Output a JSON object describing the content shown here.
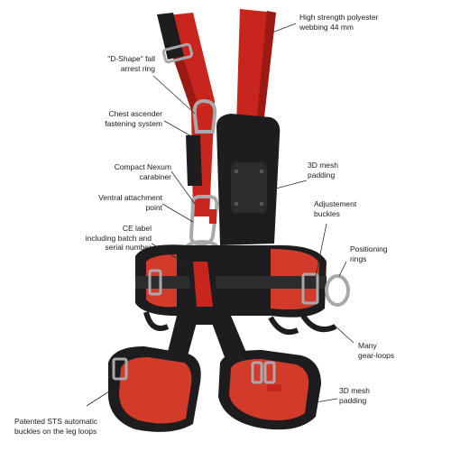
{
  "diagram": {
    "colors": {
      "webbing_red": "#c8261d",
      "webbing_dark": "#9c1a14",
      "padding_black": "#1d1d1f",
      "padding_red": "#d23a2a",
      "metal": "#a9a9ad",
      "leader_line": "#2a2a2a"
    },
    "labels": {
      "webbing": "High strength polyester\nwebbing 44 mm",
      "d_ring": "\"D-Shape\" fall\narrest ring",
      "chest_ascender": "Chest ascender\nfastening system",
      "carabiner": "Compact Nexum\ncarabiner",
      "ventral": "Ventral attachment\npoint",
      "ce_label": "CE label\nincluding batch and\nserial number",
      "mesh_padding_top": "3D mesh\npadding",
      "adjustment_buckles": "Adjustement\nbuckles",
      "positioning_rings": "Positioning\nrings",
      "gear_loops": "Many\ngear-loops",
      "mesh_padding_bottom": "3D mesh\npadding",
      "sts_buckles": "Patented STS automatic\nbuckles on the leg loops"
    }
  }
}
